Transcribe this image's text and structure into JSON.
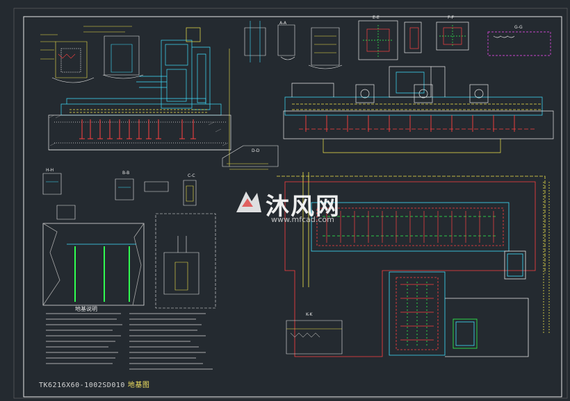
{
  "drawing": {
    "title_code": "TK6216X60-1002SD010",
    "title_name": "地基图",
    "notes_title": "地基说明"
  },
  "watermark": {
    "brand": "沐风网",
    "url": "www.mfcad.com"
  },
  "section_marks": [
    "A-A",
    "B-B",
    "C-C",
    "D-D",
    "E-E",
    "F-F",
    "G-G",
    "H-H",
    "K-K"
  ],
  "colors": {
    "background": "#242a30",
    "border": "#e8e8e8",
    "cyan": "#3fe0ff",
    "yellow": "#f2e64a",
    "red": "#ff4040",
    "magenta": "#ff4fff",
    "green": "#30ff50",
    "white": "#f0f0f0"
  }
}
